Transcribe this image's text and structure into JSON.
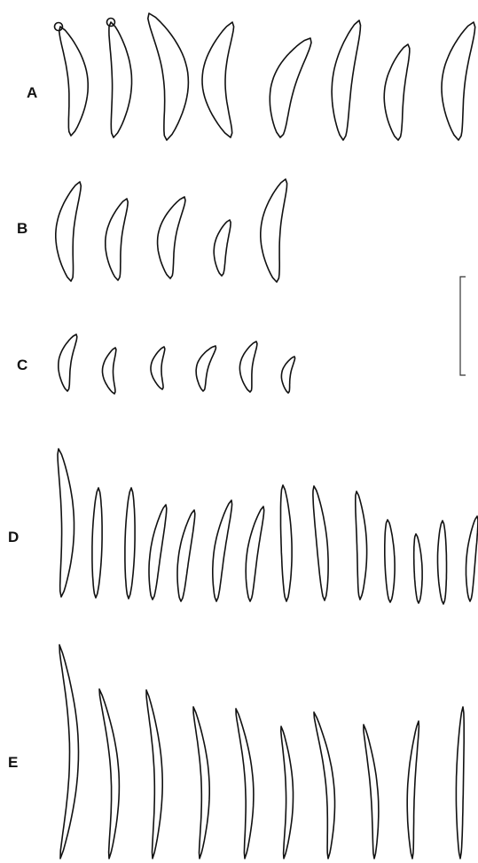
{
  "figure": {
    "rows": [
      {
        "id": "A",
        "label": "A"
      },
      {
        "id": "B",
        "label": "B"
      },
      {
        "id": "C",
        "label": "C"
      },
      {
        "id": "D",
        "label": "D"
      },
      {
        "id": "E",
        "label": "E"
      }
    ]
  },
  "colors": {
    "line": "#111111",
    "background": "#ffffff"
  }
}
